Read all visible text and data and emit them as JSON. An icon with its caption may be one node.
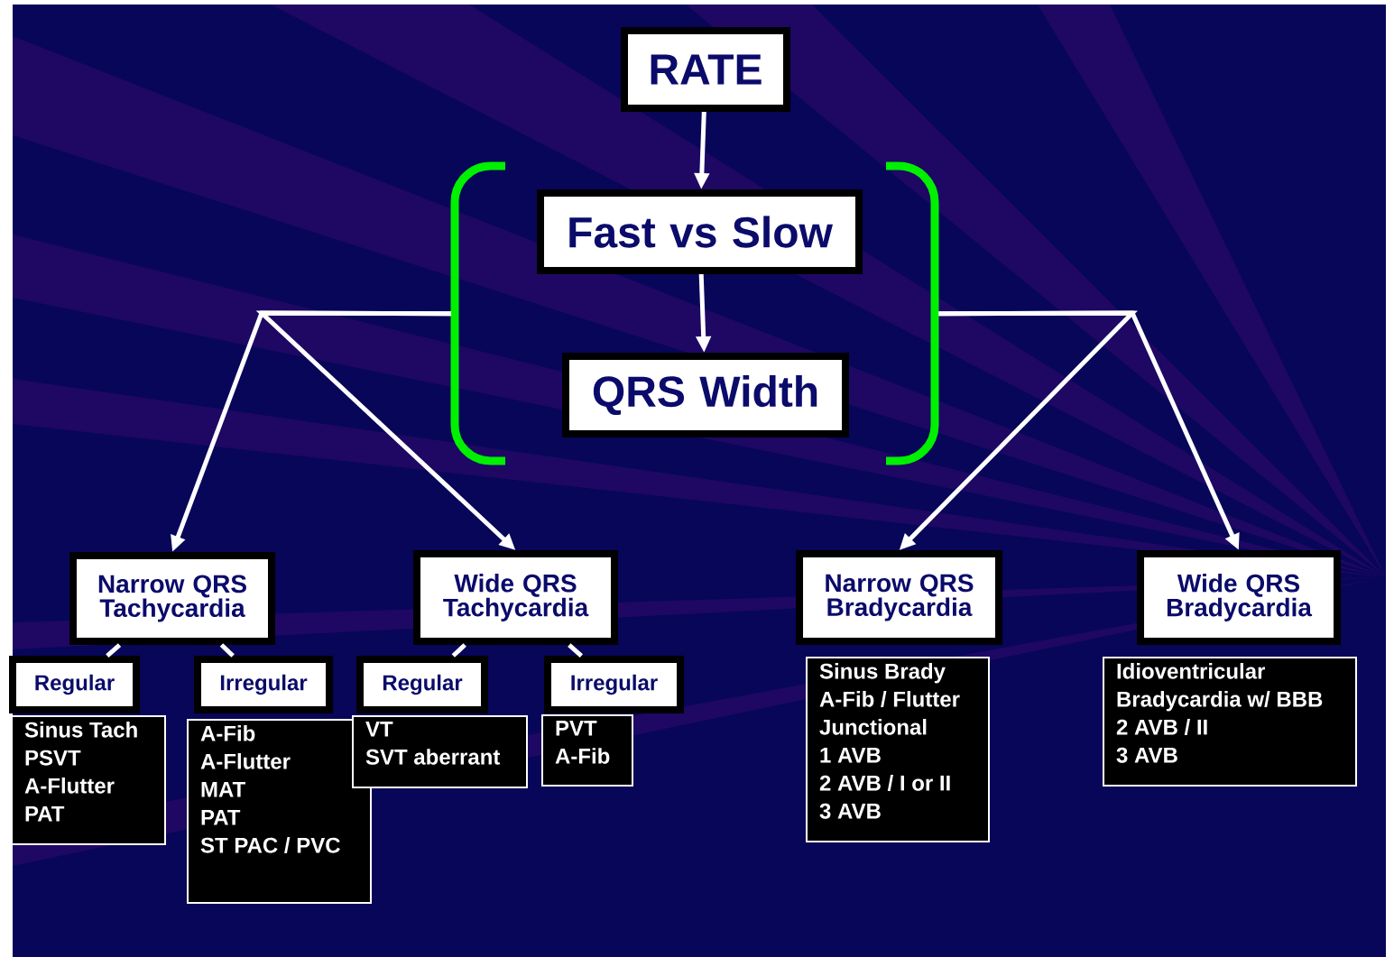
{
  "diagram": {
    "nodes": [
      {
        "text": [
          "RATE"
        ]
      },
      {
        "text": [],
        "shape": "bracket"
      },
      {
        "text": [
          "Fast vs Slow"
        ],
        "in": 1
      },
      {
        "text": [
          "QRS Width"
        ],
        "in": 1
      },
      {
        "text": [
          "Narrow QRS Tachycardia"
        ]
      },
      {
        "text": [
          "Wide QRS Tachycardia"
        ]
      },
      {
        "text": [
          "Narrow QRS Bradycardia"
        ]
      },
      {
        "text": [
          "Wide QRS Bradycardia"
        ]
      },
      {
        "text": [
          "Regular"
        ]
      },
      {
        "text": [
          "Irregular"
        ]
      },
      {
        "text": [
          "Regular"
        ]
      },
      {
        "text": [
          "Irregular"
        ]
      },
      {
        "text": [
          "Sinus Tach",
          "PSVT",
          "A-Flutter",
          "PAT"
        ]
      },
      {
        "text": [
          "A-Fib",
          "A-Flutter",
          "MAT",
          "PAT",
          "ST PAC / PVC"
        ]
      },
      {
        "text": [
          "VT",
          "SVT aberrant"
        ]
      },
      {
        "text": [
          "PVT",
          "A-Fib"
        ]
      },
      {
        "text": [
          "Sinus Brady",
          "A-Fib / Flutter",
          "Junctional",
          "1 AVB",
          "2 AVB / I or II",
          "3 AVB"
        ]
      },
      {
        "text": [
          "Idioventricular",
          "Bradycardia w/ BBB",
          "2 AVB / II",
          "3 AVB"
        ]
      }
    ],
    "edges": [
      {
        "from": 0,
        "to": 2,
        "arrow": "to"
      },
      {
        "from": 2,
        "to": 3,
        "arrow": "to"
      },
      {
        "from": 1,
        "to": 4,
        "arrow": "to"
      },
      {
        "from": 1,
        "to": 5,
        "arrow": "to"
      },
      {
        "from": 1,
        "to": 6,
        "arrow": "to"
      },
      {
        "from": 1,
        "to": 7,
        "arrow": "to"
      },
      {
        "from": 4,
        "to": 8,
        "arrow": "none"
      },
      {
        "from": 4,
        "to": 9,
        "arrow": "none"
      },
      {
        "from": 5,
        "to": 10,
        "arrow": "none"
      },
      {
        "from": 5,
        "to": 11,
        "arrow": "none"
      }
    ]
  }
}
